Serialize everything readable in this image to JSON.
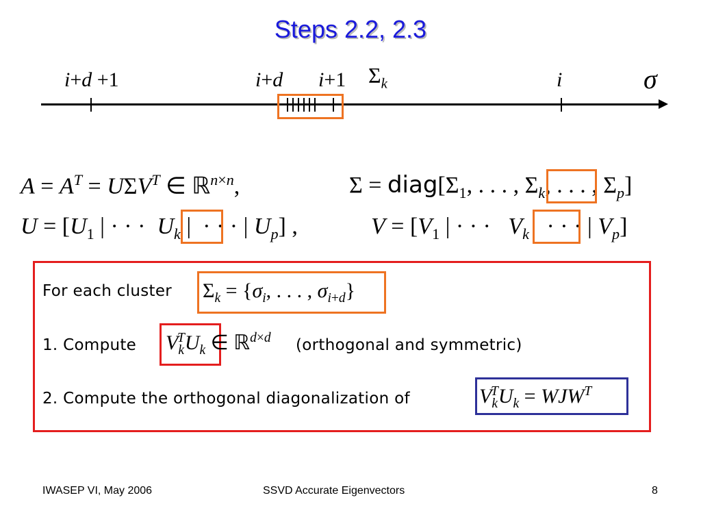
{
  "title": "Steps 2.2, 2.3",
  "axis": {
    "labels": [
      "i+d +1",
      "i+d",
      "i+1",
      "Σ_k",
      "i",
      "σ"
    ]
  },
  "equations": {
    "line1": "A = A^T = UΣV^T ∈ ℝ^{n×n},   Σ = diag[Σ_1, ..., Σ_k, ..., Σ_p]",
    "line2": "U = [U_1 | ··· U_k | ··· | U_p],   V = [V_1 | ··· V_k ··· | V_p]"
  },
  "box": {
    "line1_text": "For each cluster",
    "line1_math": "Σ_k = {σ_i, ..., σ_{i+d}}",
    "line2_text": "1.  Compute",
    "line2_math": "V_k^T U_k ∈ ℝ^{d×d}",
    "line2_note": "(orthogonal and symmetric)",
    "line3_text": "2.  Compute the orthogonal diagonalization of",
    "line3_math": "V_k^T U_k = W J W^T"
  },
  "footer": {
    "left": "IWASEP VI, May 2006",
    "center": "SSVD Accurate Eigenvectors",
    "page": "8"
  },
  "colors": {
    "title": "#1a1adb",
    "orange": "#ee7322",
    "red": "#e41e1e",
    "blue": "#2e3199"
  }
}
